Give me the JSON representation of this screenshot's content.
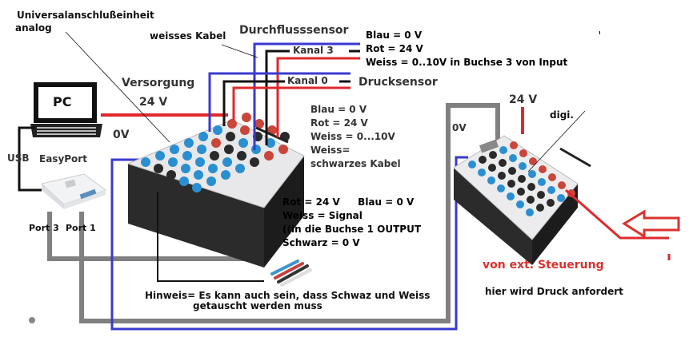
{
  "labels": {
    "universal_unit_line1": "Universalanschlußeinheit",
    "universal_unit_line2": "analog",
    "white_cable": "weisses Kabel",
    "flow_sensor": "Durchflusssensor",
    "channel3": "Kanal 3",
    "channel0": "Kanal 0",
    "pressure_sensor": "Drucksensor",
    "supply": "Versorgung",
    "supply_24v": "24 V",
    "supply_0v": "0V",
    "pc": "PC",
    "usb": "USB",
    "easyport": "EasyPort",
    "port3": "Port 3",
    "port1": "Port 1",
    "digi": "digi.",
    "digi_24v": "24 V",
    "digi_0v": "0V",
    "ext_control": "von ext. Steuerung",
    "pressure_request": "hier wird Druck anfordert"
  },
  "flow_sensor_info": [
    "Blau = 0 V",
    "Rot = 24 V",
    "Weiss = 0..10V in Buchse 3 von Input"
  ],
  "pressure_sensor_info": [
    "Blau = 0 V",
    "Rot = 24 V",
    "Weiss = 0...10V",
    "Weiss=",
    "schwarzes Kabel"
  ],
  "output_info": {
    "line1_a": "Rot =  24 V",
    "line1_b": "Blau = 0 V",
    "line2": "Weiss = Signal",
    "line3": "((in die Buchse 1 OUTPUT",
    "line4": "Schwarz = 0 V"
  },
  "note": {
    "line1": "Hinweis= Es kann auch sein, dass Schwaz und Weiss",
    "line2": "getauscht werden muss"
  },
  "colors": {
    "blue_wire": "#3a3ad0",
    "red_wire": "#e0282c",
    "black_wire": "#111111",
    "grey_cable": "#808080",
    "socket_blue": "#2a8fd0",
    "socket_red": "#c8463a",
    "socket_black": "#2a2a2a",
    "module_body": "#2b2b2b",
    "module_top": "#e8e8ea"
  }
}
